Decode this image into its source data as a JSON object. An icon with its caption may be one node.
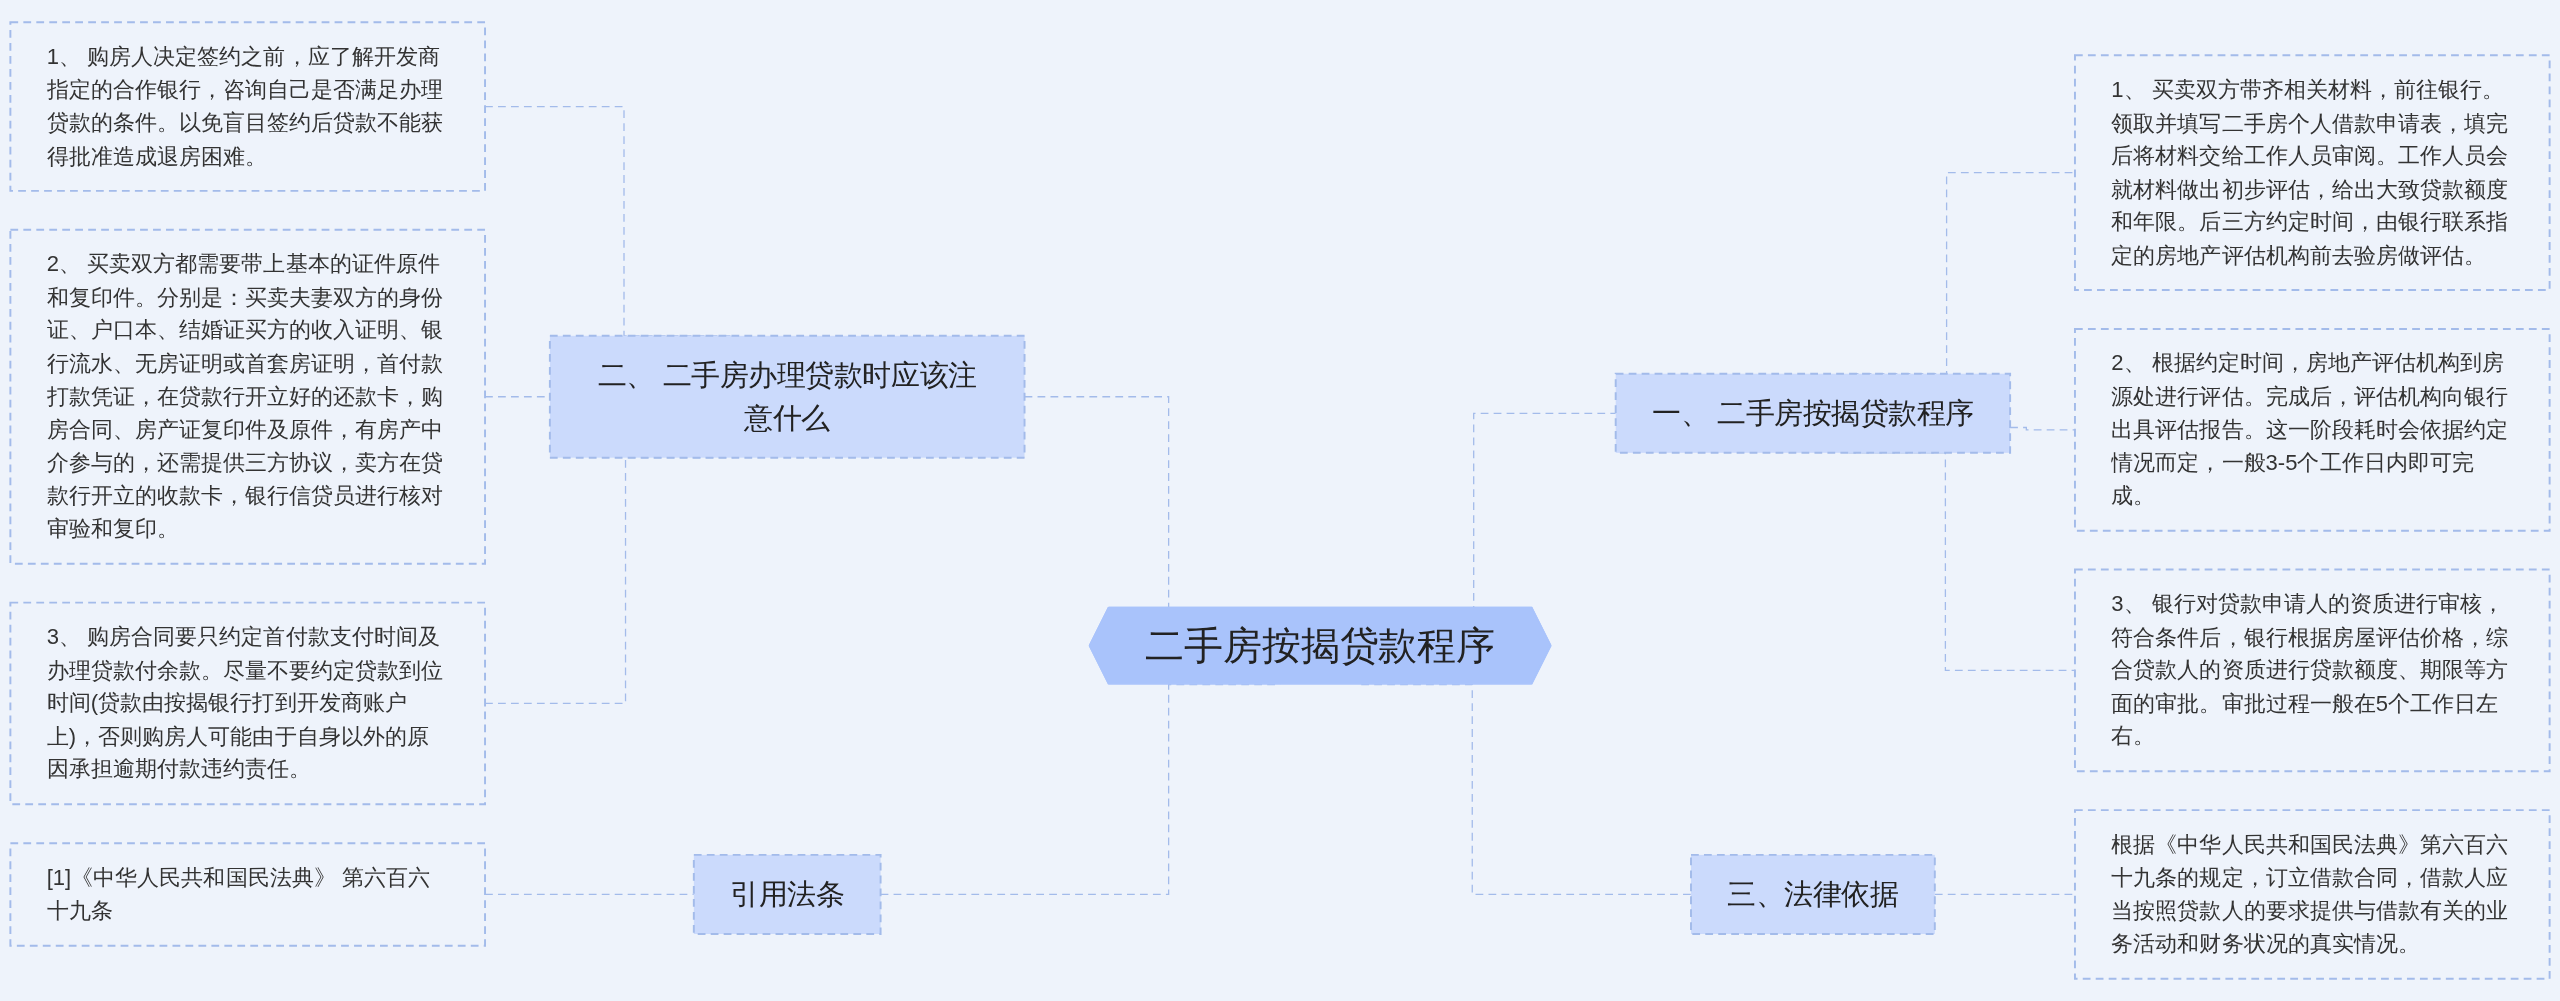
{
  "diagram": {
    "nodes": [
      {
        "text": [
          "二手房按揭贷款程序"
        ]
      },
      {
        "text": [
          "一、 二手房按揭贷款程序"
        ]
      },
      {
        "text": [
          "1、 买卖双方带齐相关材料，前往银行。领取并填写二手房个人借款申请表，填完后将材料交给工作人员审阅。工作人员会就材料做出初步评估，给出大致贷款额度和年限。后三方约定时间，由银行联系指定的房地产评估机构前去验房做评估。"
        ]
      },
      {
        "text": [
          "2、 根据约定时间，房地产评估机构到房源处进行评估。完成后，评估机构向银行出具评估报告。这一阶段耗时会依据约定情况而定，一般3-5个工作日内即可完成。"
        ]
      },
      {
        "text": [
          "3、 银行对贷款申请人的资质进行审核，符合条件后，银行根据房屋评估价格，综合贷款人的资质进行贷款额度、期限等方面的审批。审批过程一般在5个工作日左右。"
        ]
      },
      {
        "text": [
          "二、 二手房办理贷款时应该注意什么"
        ]
      },
      {
        "text": [
          "1、 购房人决定签约之前，应了解开发商指定的合作银行，咨询自己是否满足办理贷款的条件。以免盲目签约后贷款不能获得批准造成退房困难。"
        ]
      },
      {
        "text": [
          "2、 买卖双方都需要带上基本的证件原件和复印件。分别是：买卖夫妻双方的身份证、户口本、结婚证买方的收入证明、银行流水、无房证明或首套房证明，首付款打款凭证，在贷款行开立好的还款卡，购房合同、房产证复印件及原件，有房产中介参与的，还需提供三方协议，卖方在贷款行开立的收款卡，银行信贷员进行核对审验和复印。"
        ]
      },
      {
        "text": [
          "3、 购房合同要只约定首付款支付时间及办理贷款付余款。尽量不要约定贷款到位时间(贷款由按揭银行打到开发商账户上)，否则购房人可能由于自身以外的原因承担逾期付款违约责任。"
        ]
      },
      {
        "text": [
          "三、法律依据"
        ]
      },
      {
        "text": [
          "根据《中华人民共和国民法典》第六百六十九条的规定，订立借款合同，借款人应当按照贷款人的要求提供与借款有关的业务活动和财务状况的真实情况。"
        ]
      },
      {
        "text": [
          "引用法条"
        ]
      },
      {
        "text": [
          "[1]《中华人民共和国民法典》 第六百六十九条"
        ]
      }
    ],
    "edges": [
      {
        "from": 0,
        "to": 1,
        "arrow": "none",
        "style": "dashed"
      },
      {
        "from": 1,
        "to": 2,
        "arrow": "none",
        "style": "dashed"
      },
      {
        "from": 1,
        "to": 3,
        "arrow": "none",
        "style": "dashed"
      },
      {
        "from": 1,
        "to": 4,
        "arrow": "none",
        "style": "dashed"
      },
      {
        "from": 5,
        "to": 0,
        "arrow": "none",
        "style": "dashed"
      },
      {
        "from": 6,
        "to": 5,
        "arrow": "none",
        "style": "dashed"
      },
      {
        "from": 7,
        "to": 5,
        "arrow": "none",
        "style": "dashed"
      },
      {
        "from": 8,
        "to": 5,
        "arrow": "none",
        "style": "dashed"
      },
      {
        "from": 0,
        "to": 9,
        "arrow": "none",
        "style": "dashed"
      },
      {
        "from": 9,
        "to": 10,
        "arrow": "none",
        "style": "dashed"
      },
      {
        "from": 11,
        "to": 0,
        "arrow": "none",
        "style": "dashed"
      },
      {
        "from": 12,
        "to": 11,
        "arrow": "none",
        "style": "dashed"
      }
    ]
  }
}
